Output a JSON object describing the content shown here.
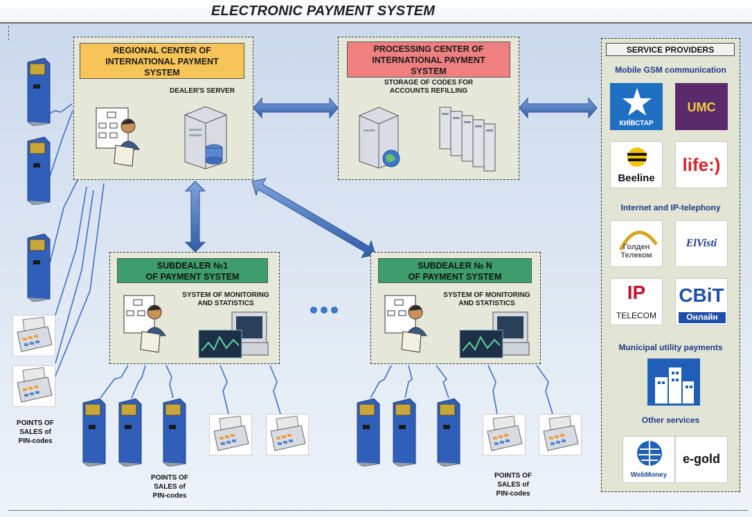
{
  "title": "ELECTRONIC PAYMENT SYSTEM",
  "regional_center": {
    "title": "REGIONAL CENTER OF INTERNATIONAL PAYMENT SYSTEM",
    "title_lines": [
      "REGIONAL CENTER OF",
      "INTERNATIONAL PAYMENT",
      "SYSTEM"
    ],
    "caption": "DEALER'S SERVER"
  },
  "processing_center": {
    "title_lines": [
      "PROCESSING CENTER OF",
      "INTERNATIONAL PAYMENT",
      "SYSTEM"
    ],
    "caption_lines": [
      "STORAGE OF CODES FOR",
      "ACCOUNTS REFILLING"
    ]
  },
  "subdealer_1": {
    "title_lines": [
      "SUBDEALER №1",
      "OF PAYMENT SYSTEM"
    ],
    "caption_lines": [
      "SYSTEM OF MONITORING",
      "AND STATISTICS"
    ]
  },
  "subdealer_n": {
    "title_lines": [
      "SUBDEALER № N",
      "OF PAYMENT SYSTEM"
    ],
    "caption_lines": [
      "SYSTEM OF MONITORING",
      "AND STATISTICS"
    ]
  },
  "points_of_sales_lines": [
    "POINTS OF",
    "SALES of",
    "PIN-codes"
  ],
  "service_providers": {
    "header": "SERVICE PROVIDERS",
    "categories": {
      "mobile": "Mobile GSM communication",
      "internet": "Internet and IP-telephony",
      "municipal": "Municipal utility payments",
      "other": "Other services"
    },
    "logos": {
      "kyivstar": "КИЇВСТАР",
      "umc": "UMC",
      "beeline": "Beeline",
      "life": "life:)",
      "golden_line": "Голден Телеком",
      "golden_line_1": "Голден",
      "golden_line_2": "Телеком",
      "elvisti": "ElVisti",
      "ip_telecom_1": "IP",
      "ip_telecom_2": "TELECOM",
      "svit_1": "СВіТ",
      "svit_2": "Онлайн",
      "webmoney": "WebMoney",
      "egold": "e-gold"
    }
  },
  "colors": {
    "panel_bg": "#e6e9da",
    "regional_title": "#f7c458",
    "processing_title": "#f08080",
    "subdealer_title": "#3d9e6b",
    "arrow": "#4a72b8",
    "link_line": "#3f6fc4"
  }
}
